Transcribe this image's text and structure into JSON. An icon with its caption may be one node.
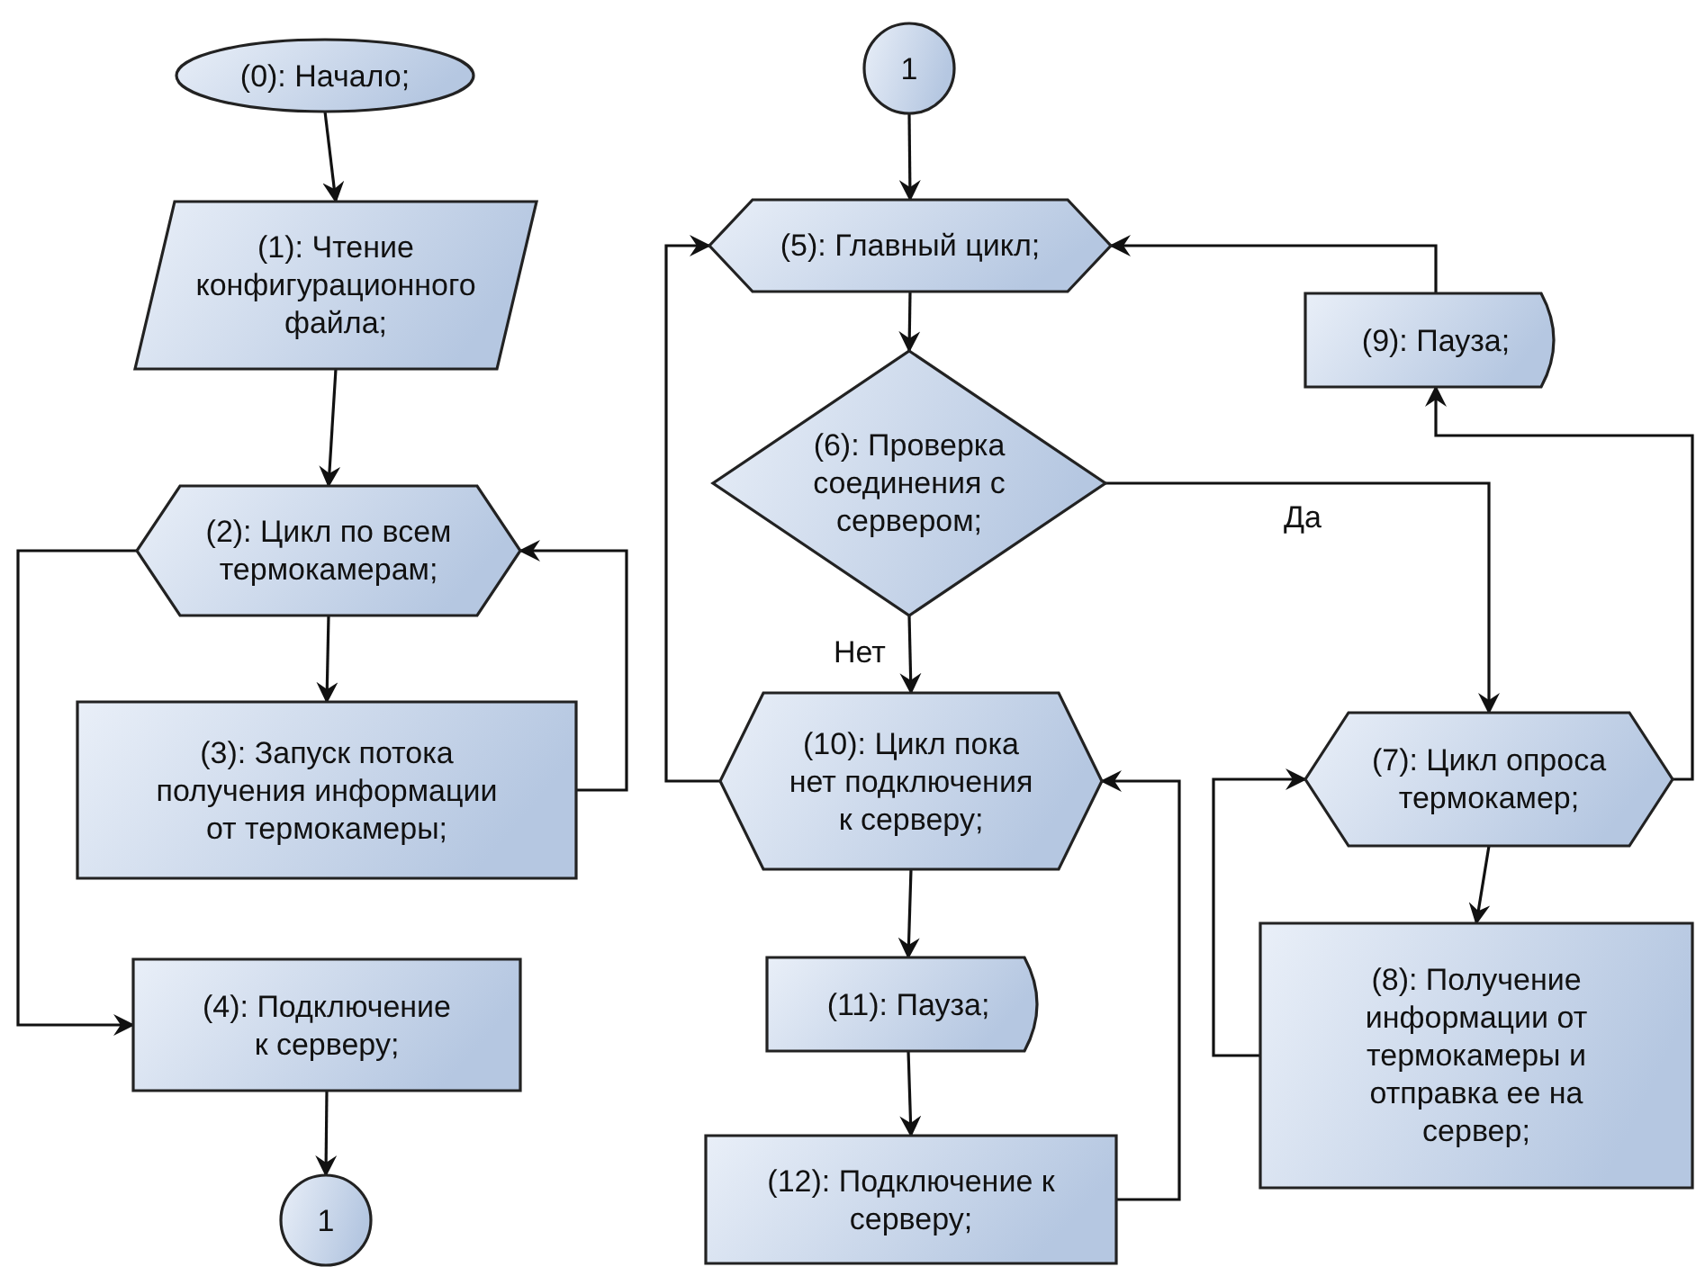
{
  "diagram": {
    "nodes": [
      {
        "text": [
          "(0): Начало;"
        ]
      },
      {
        "text": [
          "(1): Чтение конфигурационного файла;"
        ]
      },
      {
        "text": [
          "(2): Цикл по всем термокамерам;"
        ]
      },
      {
        "text": [
          "(3): Запуск потока получения информации от термокамеры;"
        ]
      },
      {
        "text": [
          "(4): Подключение к серверу;"
        ]
      },
      {
        "text": [
          "1"
        ]
      },
      {
        "text": [
          "1"
        ]
      },
      {
        "text": [
          "(5): Главный цикл;"
        ]
      },
      {
        "text": [
          "(6): Проверка соединения с сервером;"
        ]
      },
      {
        "text": [
          "(9): Пауза;"
        ]
      },
      {
        "text": [
          "(10): Цикл пока нет подключения к серверу;"
        ]
      },
      {
        "text": [
          "(7): Цикл опроса термокамер;"
        ]
      },
      {
        "text": [
          "(8): Получение информации от термокамеры и отправка ее на сервер;"
        ]
      },
      {
        "text": [
          "(11): Пауза;"
        ]
      },
      {
        "text": [
          "(12): Подключение к серверу;"
        ]
      }
    ],
    "edges": [
      {
        "from": 0,
        "to": 1,
        "arrow": "to"
      },
      {
        "from": 1,
        "to": 2,
        "arrow": "to"
      },
      {
        "from": 2,
        "to": 3,
        "arrow": "to"
      },
      {
        "from": 3,
        "to": 2,
        "arrow": "to"
      },
      {
        "from": 2,
        "to": 4,
        "arrow": "to"
      },
      {
        "from": 4,
        "to": 5,
        "arrow": "to"
      },
      {
        "from": 6,
        "to": 7,
        "arrow": "to"
      },
      {
        "from": 7,
        "to": 8,
        "arrow": "to"
      },
      {
        "from": 8,
        "to": 11,
        "arrow": "to",
        "label": "Да"
      },
      {
        "from": 8,
        "to": 10,
        "arrow": "to",
        "label": "Нет"
      },
      {
        "from": 10,
        "to": 7,
        "arrow": "to"
      },
      {
        "from": 10,
        "to": 13,
        "arrow": "to"
      },
      {
        "from": 13,
        "to": 14,
        "arrow": "to"
      },
      {
        "from": 14,
        "to": 10,
        "arrow": "to"
      },
      {
        "from": 11,
        "to": 12,
        "arrow": "to"
      },
      {
        "from": 12,
        "to": 11,
        "arrow": "to"
      },
      {
        "from": 11,
        "to": 9,
        "arrow": "to"
      },
      {
        "from": 9,
        "to": 7,
        "arrow": "to"
      }
    ]
  }
}
